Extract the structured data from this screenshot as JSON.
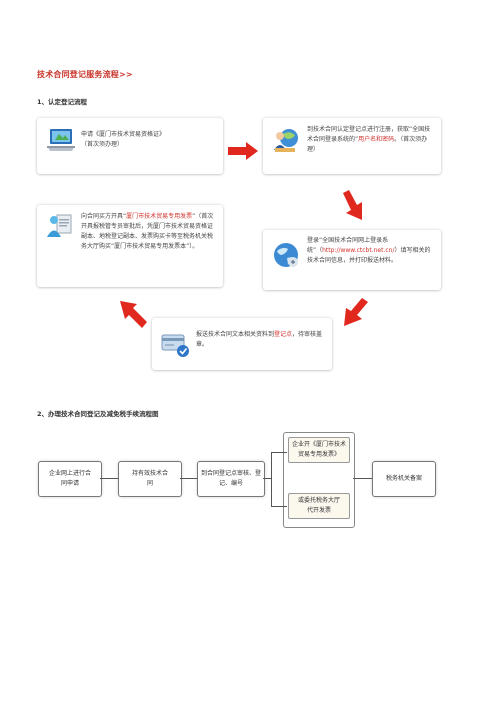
{
  "title": "技术合同登记服务流程>>",
  "section1": {
    "heading": "1、认定登记流程",
    "cards": [
      {
        "name": "apply",
        "icon": "laptop-icon",
        "parts": [
          {
            "t": "申请《厦门市技术贸易资格证》",
            "red": false
          },
          {
            "t": "（首次须办理）",
            "red": false
          }
        ]
      },
      {
        "name": "register",
        "icon": "person-globe-icon",
        "parts": [
          {
            "t": "到技术合同认定登记点进行注册，获取“全国技术合同登录系统的”",
            "red": false
          },
          {
            "t": "用户名和密码",
            "red": true
          },
          {
            "t": "。（首次须办理）",
            "red": false
          }
        ]
      },
      {
        "name": "login",
        "icon": "globe-icon",
        "parts": [
          {
            "t": "登录“全国技术合同网上登录系统”（",
            "red": false
          },
          {
            "t": "http://www.ctcbt.net.cn/",
            "red": true
          },
          {
            "t": "）填写相关的技术合同信息，并打印报送材料。",
            "red": false
          }
        ]
      },
      {
        "name": "submit",
        "icon": "card-check-icon",
        "parts": [
          {
            "t": "报送技术合同文本相关资料到",
            "red": false
          },
          {
            "t": "登记点",
            "red": true
          },
          {
            "t": "，待审核盖章。",
            "red": false
          }
        ]
      },
      {
        "name": "invoice",
        "icon": "person-document-icon",
        "parts": [
          {
            "t": "向合同买方开具“",
            "red": false
          },
          {
            "t": "厦门市技术贸易专用发票",
            "red": true
          },
          {
            "t": "”（首次开具报税管专员审批后，凭厦门市技术贸易资格证副本、地税登记副本、发票购买卡等至税务机关税务大厅购买“厦门市技术贸易专用发票本”）。",
            "red": false
          }
        ]
      }
    ]
  },
  "section2": {
    "heading": "2、办理技术合同登记及减免税手续流程图",
    "boxes": [
      {
        "name": "online-register",
        "text": "企业网上进行合同申请"
      },
      {
        "name": "bring-contract",
        "text": "持有效技术合同"
      },
      {
        "name": "registration-point",
        "text": "到合同登记点审核、登记、编号"
      },
      {
        "name": "tax-bureau",
        "text": "税务机关备案"
      }
    ],
    "group_top": "企业开《厦门市技术贸易专用发票》",
    "group_bottom": "或委托税务大厅代开发票"
  },
  "colors": {
    "accent": "#c9342a",
    "arrow": "#e0281f"
  }
}
